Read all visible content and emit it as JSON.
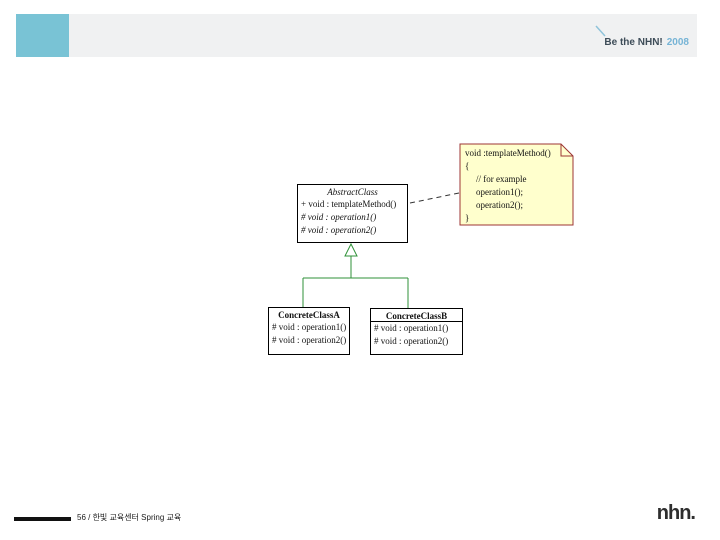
{
  "slide": {
    "header": {
      "brand_text": "Be the NHN!",
      "year_text": "2008",
      "brand_color": "#3d4c58",
      "year_color": "#76b4d6",
      "square_color": "#79c3d5",
      "bar_color": "#f0f1f2",
      "tick_color": "#8fc3da"
    },
    "diagram": {
      "abstract_class": {
        "name": "AbstractClass",
        "methods": [
          {
            "text": "+ void : templateMethod()"
          },
          {
            "text": "# void : operation1()"
          },
          {
            "text": "# void : operation2()"
          }
        ]
      },
      "note": {
        "fill": "#ffffcd",
        "border_color": "#9c3434",
        "lines": [
          "void :templateMethod()",
          "{",
          "// for example",
          "operation1();",
          "operation2();",
          "}"
        ]
      },
      "concrete_class_a": {
        "name": "ConcreteClassA",
        "methods": [
          {
            "text": "# void : operation1()"
          },
          {
            "text": "# void : operation2()"
          }
        ]
      },
      "concrete_class_b": {
        "name": "ConcreteClassB",
        "methods": [
          {
            "text": "# void : operation1()"
          },
          {
            "text": "# void : operation2()"
          }
        ]
      },
      "inheritance_color": "#2f9138",
      "note_link_color": "#333333"
    },
    "footer": {
      "page_label": "56 / 한빛 교육센터 Spring 교육",
      "logo_text": "nhn."
    }
  }
}
